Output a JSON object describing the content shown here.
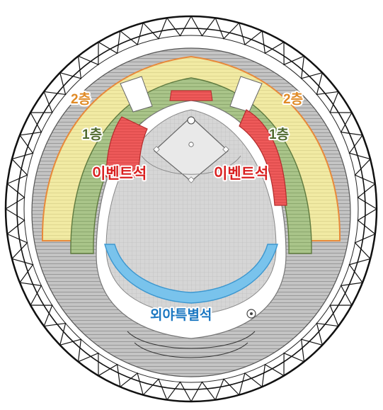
{
  "map": {
    "labels": {
      "floor2_left": "2층",
      "floor2_right": "2층",
      "floor1_left": "1층",
      "floor1_right": "1층",
      "event_left": "이벤트석",
      "event_right": "이벤트석",
      "outfield": "외야특별석"
    },
    "colors": {
      "floor2": "#f1eaa3",
      "floor2_outline": "#e8893a",
      "floor1": "#a9c489",
      "event": "#ef5a5a",
      "outfield": "#79c3ec",
      "field": "#cfcfcf",
      "regular_seats": "#bdbdbd",
      "label_floor2": "#e08a25",
      "label_floor1": "#4f6a2e",
      "label_event": "#d91f1f",
      "label_outfield": "#1b77c1"
    },
    "icons": [
      "roof-truss-icon",
      "home-plate-icon",
      "pitcher-mound-icon",
      "scoreboard-icon"
    ]
  }
}
